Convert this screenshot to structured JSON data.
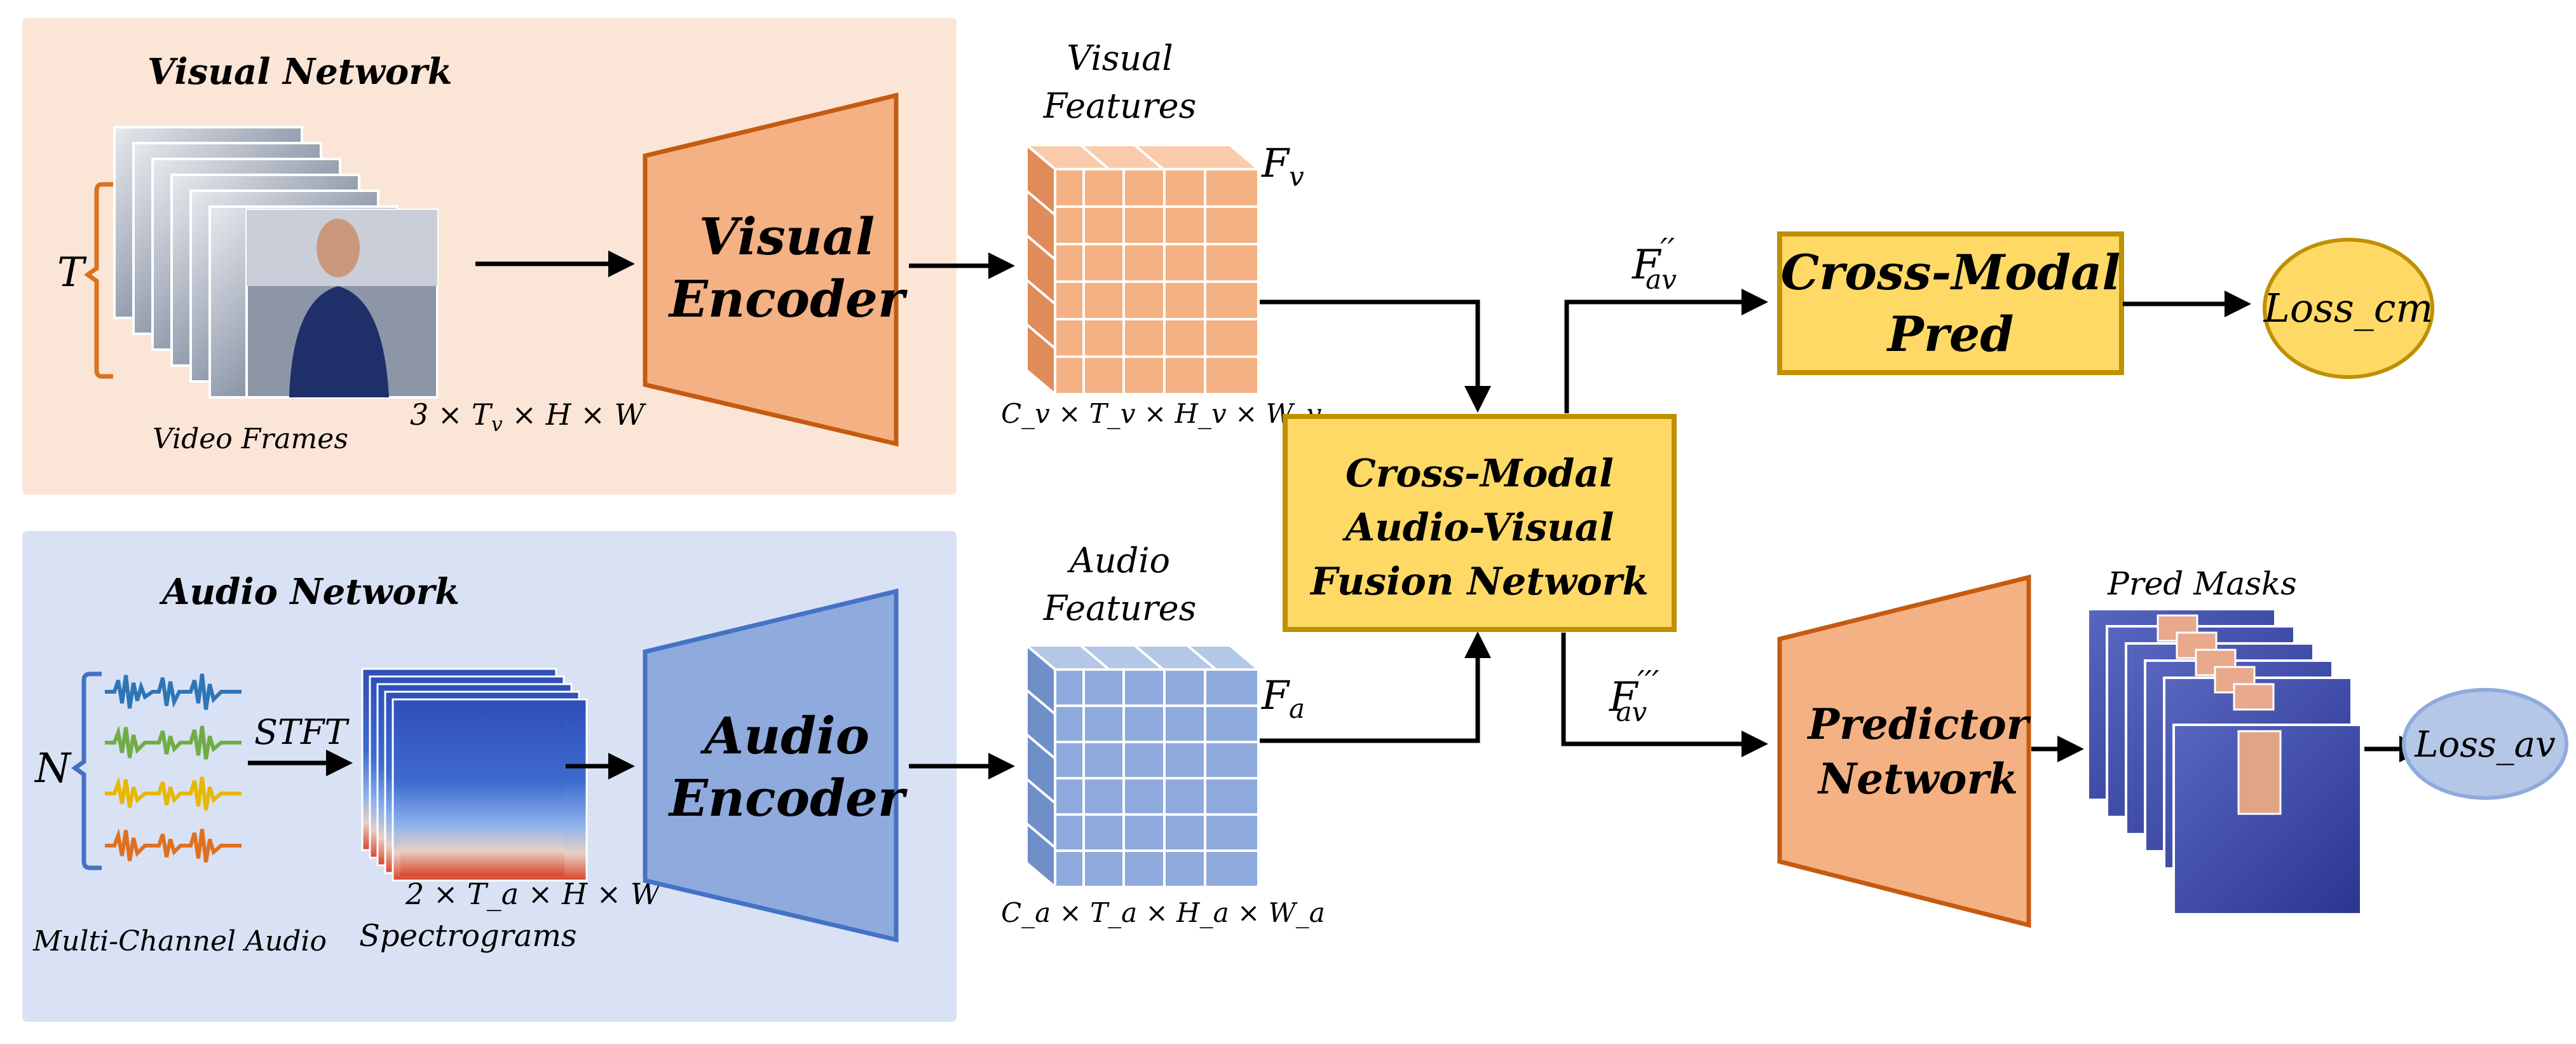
{
  "visual_network": {
    "title": "Visual Network",
    "time_label": "T",
    "frames_caption": "Video Frames",
    "input_shape": "3 × T",
    "input_shape_sub": "v",
    "input_shape_rest": " × H × W",
    "encoder": {
      "line1": "Visual",
      "line2": "Encoder"
    },
    "features": {
      "line1": "Visual",
      "line2": "Features"
    },
    "features_symbol": "F",
    "features_symbol_sub": "v",
    "features_shape": "C_v × T_v × H_v × W_v"
  },
  "audio_network": {
    "title": "Audio Network",
    "channels_label": "N",
    "audio_caption": "Multi-Channel Audio",
    "stft_label": "STFT",
    "spectrogram_caption": "Spectrograms",
    "spectrogram_shape": "2 × T_a × H × W",
    "encoder": {
      "line1": "Audio",
      "line2": "Encoder"
    },
    "features": {
      "line1": "Audio",
      "line2": "Features"
    },
    "features_symbol": "F",
    "features_symbol_sub": "a",
    "features_shape": "C_a × T_a × H_a × W_a"
  },
  "fusion": {
    "line1": "Cross-Modal",
    "line2": "Audio-Visual",
    "line3": "Fusion Network"
  },
  "cross_modal_pred": {
    "line1": "Cross-Modal",
    "line2": "Pred"
  },
  "predictor": {
    "line1": "Predictor",
    "line2": "Network"
  },
  "fav2": {
    "symbol": "F",
    "primes": "′′",
    "sub": "av"
  },
  "fav3": {
    "symbol": "F",
    "primes": "′′′",
    "sub": "av"
  },
  "pred_masks_caption": "Pred Masks",
  "loss_cm": "Loss_cm",
  "loss_av": "Loss_av",
  "colors": {
    "visual_bg": "#fbe5d6",
    "audio_bg": "#d9e1f4",
    "visual_encoder_fill": "#f4b183",
    "visual_encoder_stroke": "#c55a11",
    "audio_encoder_fill": "#8faadc",
    "audio_encoder_stroke": "#4472c4",
    "fusion_fill": "#ffd966",
    "fusion_stroke": "#bf9000",
    "loss_cm_fill": "#ffd966",
    "loss_av_fill": "#b4c7e7",
    "arrow": "#000000"
  }
}
